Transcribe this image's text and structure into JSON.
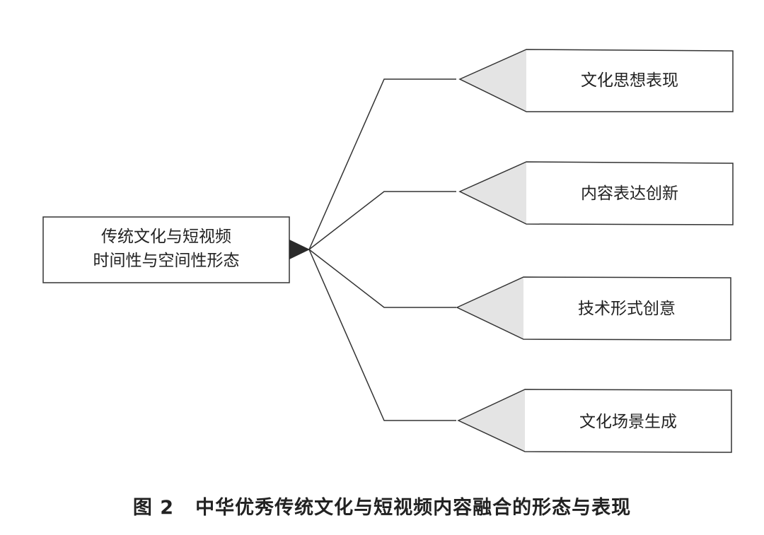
{
  "root": {
    "line1": "传统文化与短视频",
    "line2": "时间性与空间性形态"
  },
  "branches": [
    {
      "label": "文化思想表现"
    },
    {
      "label": "内容表达创新"
    },
    {
      "label": "技术形式创意"
    },
    {
      "label": "文化场景生成"
    }
  ],
  "caption": {
    "figure_label": "图 2",
    "title": "中华优秀传统文化与短视频内容融合的形态与表现"
  },
  "colors": {
    "line": "#333333",
    "arrow_fill": "#e4e4e4",
    "node_marker": "#2a2a2a",
    "text": "#222222"
  }
}
